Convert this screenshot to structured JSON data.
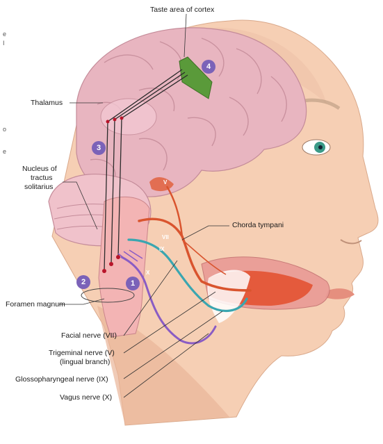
{
  "labels": {
    "taste_area": "Taste area of cortex",
    "thalamus": "Thalamus",
    "nucleus_line1": "Nucleus of",
    "nucleus_line2": "tractus",
    "nucleus_line3": "solitarius",
    "chorda_tympani": "Chorda tympani",
    "foramen_magnum": "Foramen magnum",
    "facial_nerve": "Facial nerve (VII)",
    "trigeminal_line1": "Trigeminal nerve (V)",
    "trigeminal_line2": "(lingual branch)",
    "glossopharyngeal": "Glossopharyngeal nerve (IX)",
    "vagus": "Vagus nerve (X)"
  },
  "step_badges": [
    "1",
    "2",
    "3",
    "4"
  ],
  "nerve_numerals": {
    "v": "V",
    "vii": "VII",
    "ix": "IX",
    "x": "X"
  },
  "edge_marks": [
    "e",
    "I",
    "o",
    "e"
  ],
  "colors": {
    "step_badge": "#7b62b8",
    "taste_cortex": "#5a9a3a",
    "facial_nerve": "#d9542e",
    "glossopharyngeal_nerve": "#3aa6b0",
    "vagus_nerve": "#8a5cc4",
    "pathway": "#2a2a2a",
    "brain": "#e8b5c0",
    "skin": "#f6cfb4"
  }
}
